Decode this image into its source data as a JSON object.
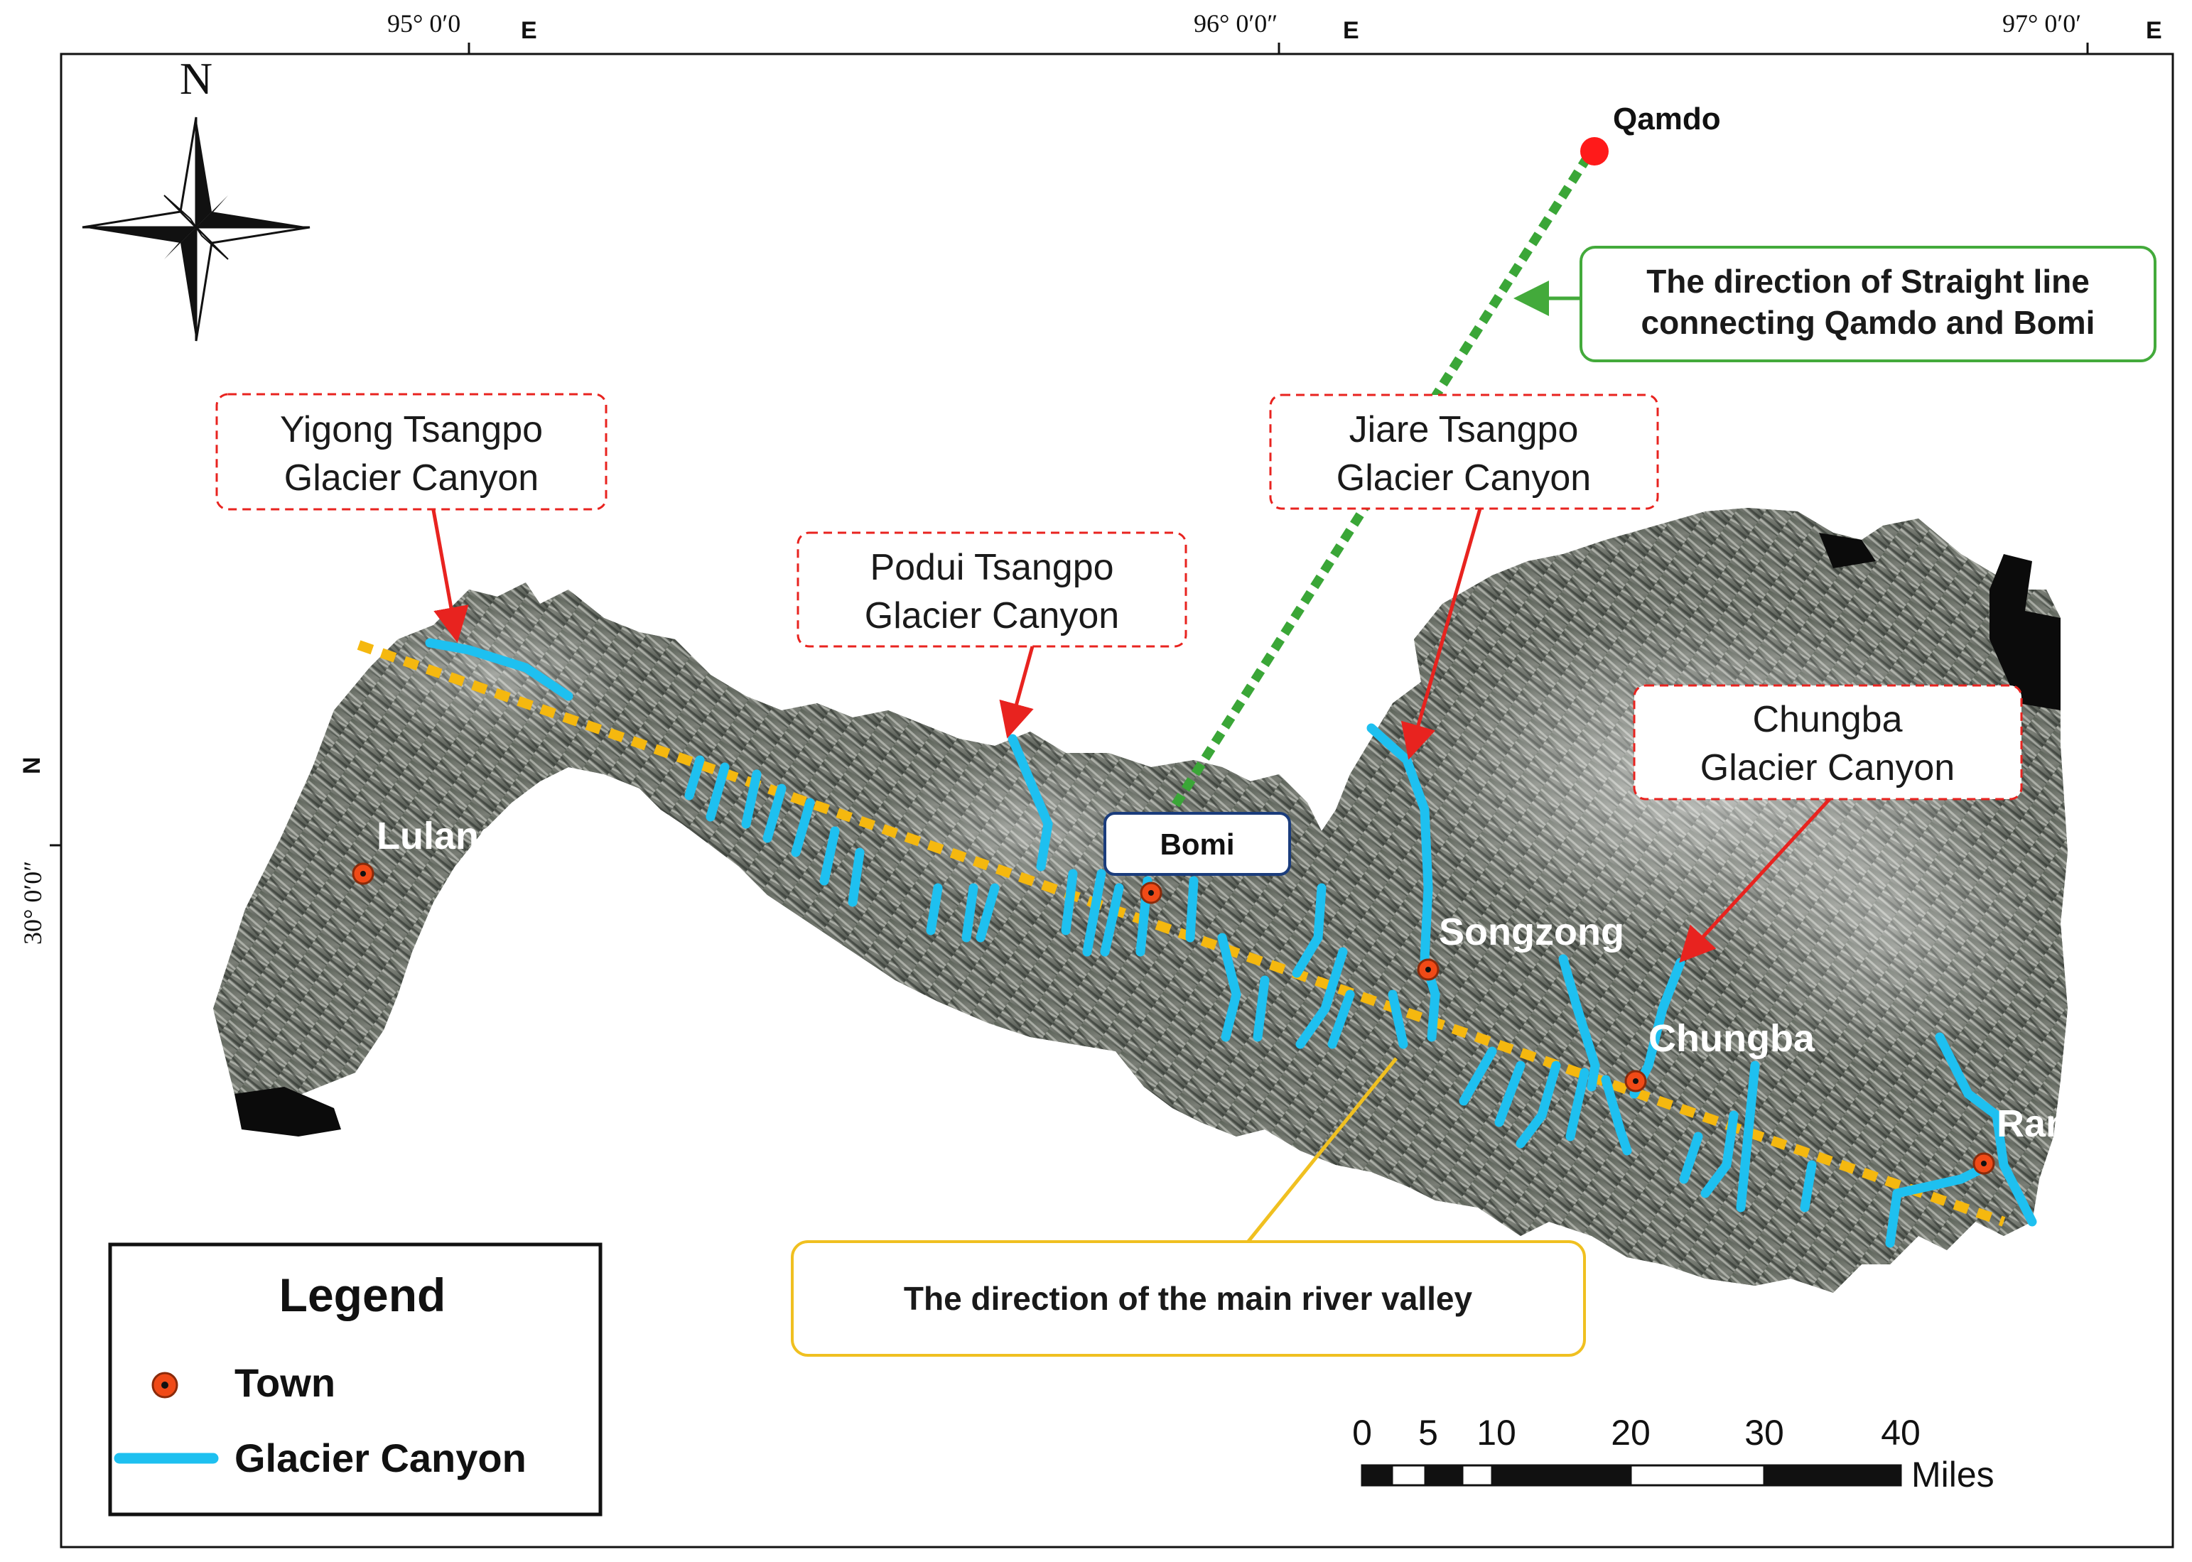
{
  "map": {
    "graticule": {
      "lon_labels": [
        "95° 0′0",
        "96° 0′0″",
        "97° 0′0′"
      ],
      "lon_suffix": "E",
      "lat_label": "30° 0′0″",
      "lat_suffix": "N"
    },
    "north_arrow": {
      "letter": "N",
      "icon": "compass-rose-icon"
    },
    "towns": [
      {
        "name": "Lulang"
      },
      {
        "name": "Bomi"
      },
      {
        "name": "Songzong"
      },
      {
        "name": "Chungba"
      },
      {
        "name": "Ran"
      }
    ],
    "qamdo": {
      "name": "Qamdo",
      "color": "#ff1a1a"
    },
    "callouts": {
      "yigong": [
        "Yigong Tsangpo",
        "Glacier Canyon"
      ],
      "podui": [
        "Podui Tsangpo",
        "Glacier Canyon"
      ],
      "jiare": [
        "Jiare Tsangpo",
        "Glacier Canyon"
      ],
      "chungba": [
        "Chungba",
        "Glacier Canyon"
      ],
      "straight_line": [
        "The direction of Straight line",
        "connecting Qamdo and Bomi"
      ],
      "main_valley": "The direction of the main river valley"
    },
    "legend": {
      "title": "Legend",
      "items": [
        {
          "label": "Town",
          "icon": "town-dot-icon"
        },
        {
          "label": "Glacier Canyon",
          "icon": "glacier-canyon-line-icon"
        }
      ]
    },
    "scale_bar": {
      "ticks": [
        "0",
        "5",
        "10",
        "20",
        "30",
        "40"
      ],
      "unit": "Miles"
    },
    "colors": {
      "glacier_canyon": "#1ec0f0",
      "town_fill": "#f04a17",
      "main_valley_line": "#f5b80f",
      "straight_line": "#3aa637",
      "callout_red": "#e8231f",
      "callout_yellow": "#f0c020",
      "callout_green": "#43aa3b",
      "bomi_box_border": "#1a3c7c"
    }
  }
}
